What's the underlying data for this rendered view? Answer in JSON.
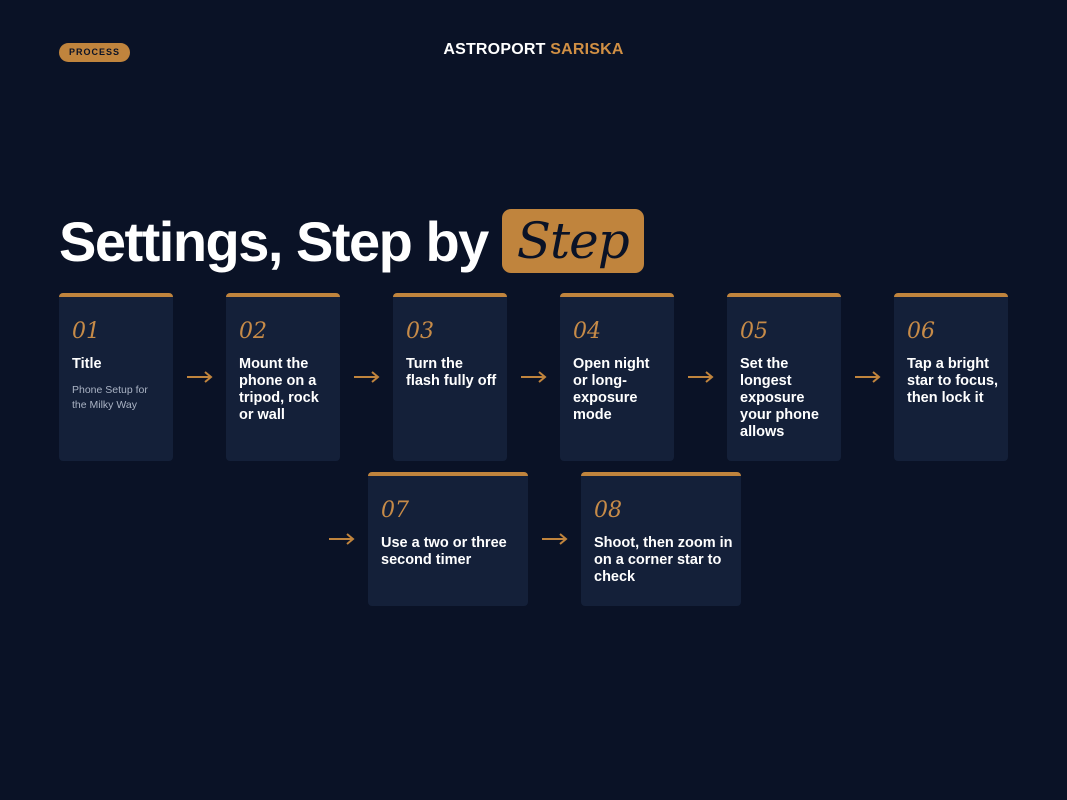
{
  "header": {
    "tag": "PROCESS",
    "brand_main": "ASTROPORT",
    "brand_accent": "SARISKA"
  },
  "headline": {
    "plain": "Settings, Step by",
    "highlight": "Step"
  },
  "steps": [
    {
      "number": "01",
      "label": "Title",
      "sub": "Phone Setup for the Milky Way"
    },
    {
      "number": "02",
      "label": "Mount the phone on a tripod, rock or wall"
    },
    {
      "number": "03",
      "label": "Turn the flash fully off"
    },
    {
      "number": "04",
      "label": "Open night or long-exposure mode"
    },
    {
      "number": "05",
      "label": "Set the longest exposure your phone allows"
    },
    {
      "number": "06",
      "label": "Tap a bright star to focus, then lock it"
    },
    {
      "number": "07",
      "label": "Use a two or three second timer"
    },
    {
      "number": "08",
      "label": "Shoot, then zoom in on a corner star to check"
    }
  ],
  "colors": {
    "background": "#0a1226",
    "card": "#142039",
    "accent": "#c0843d"
  },
  "icons": {
    "connector": "arrow-right-icon"
  }
}
